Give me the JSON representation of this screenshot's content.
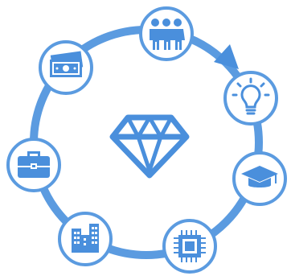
{
  "diagram": {
    "center_icon": "diamond-icon",
    "nodes": [
      {
        "id": "people",
        "icon": "people-group-icon"
      },
      {
        "id": "idea",
        "icon": "lightbulb-icon"
      },
      {
        "id": "education",
        "icon": "graduation-cap-icon"
      },
      {
        "id": "technology",
        "icon": "microchip-icon"
      },
      {
        "id": "city",
        "icon": "buildings-icon"
      },
      {
        "id": "business",
        "icon": "briefcase-icon"
      },
      {
        "id": "money",
        "icon": "money-bills-icon"
      }
    ],
    "flow_direction": "clockwise",
    "colors": {
      "primary": "#4a8fdc",
      "ring": "#5b9be0",
      "background": "#ffffff"
    }
  }
}
